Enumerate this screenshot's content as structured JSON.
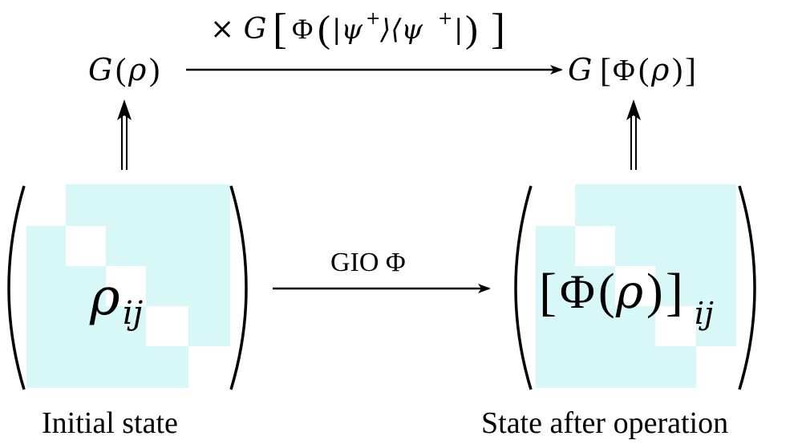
{
  "colors": {
    "matrix_fill": "#d8f8f8",
    "ink": "#000000",
    "background": "#ffffff"
  },
  "top_left": {
    "G": "G",
    "open": "(",
    "rho": "ρ",
    "close": ")"
  },
  "top_right": {
    "G": "G",
    "lbrack": "[",
    "Phi": "Φ",
    "open": "(",
    "rho": "ρ",
    "close": ")",
    "rbrack": "]"
  },
  "top_arrow_label": {
    "times_G": "× G",
    "lbrack": "[",
    "Phi": "Φ",
    "open": "(",
    "ket": "|ψ",
    "ket_sup": "+",
    "ket_close": "⟩⟨ψ",
    "bra_sup": "+",
    "bra_close": "|",
    "close": ")",
    "rbrack": "]"
  },
  "bottom_arrow_label": "GIO Φ",
  "left_matrix": {
    "symbol": "ρ",
    "subscript": "ij",
    "caption": "Initial state"
  },
  "right_matrix": {
    "lbrack": "[",
    "Phi": "Φ",
    "open": "(",
    "rho": "ρ",
    "close": ")",
    "rbrack": "]",
    "subscript": "ij",
    "caption": "State after operation"
  },
  "icons": [
    "implies-up-arrow-icon",
    "right-arrow-icon"
  ]
}
